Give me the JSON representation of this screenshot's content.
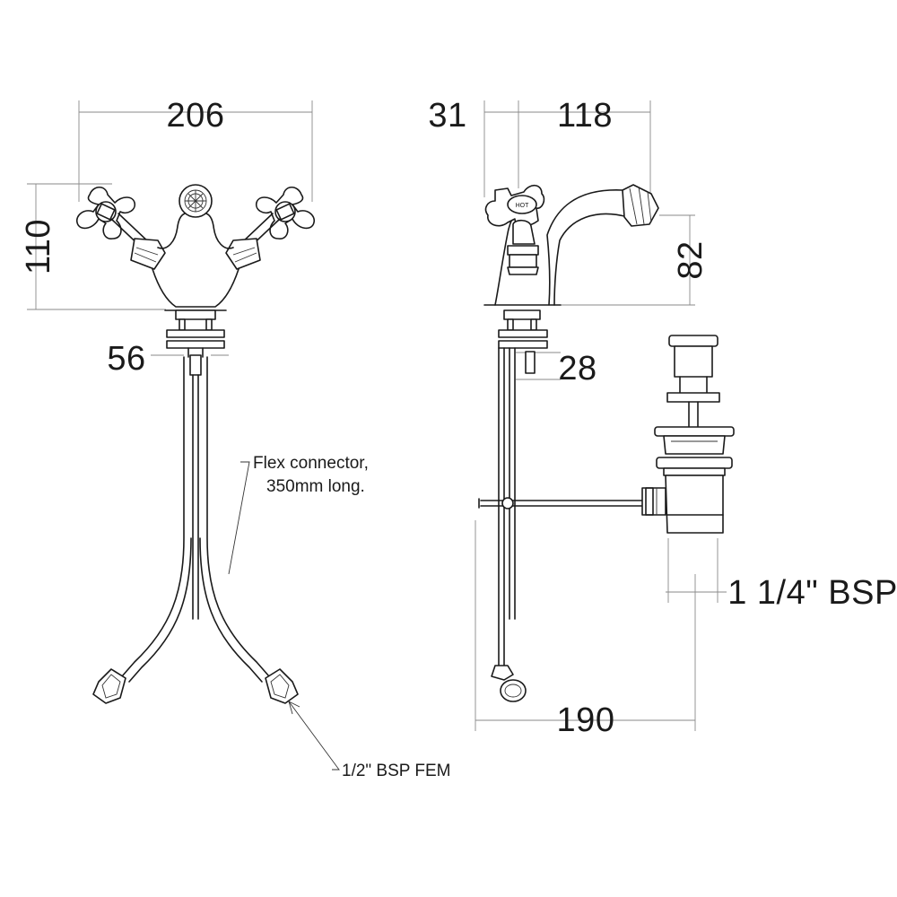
{
  "front_view": {
    "width_label": "206",
    "height_label": "110",
    "shank_label": "56"
  },
  "side_view": {
    "offset_label": "31",
    "reach_label": "118",
    "spout_height_label": "82",
    "rod_label": "28",
    "depth_label": "190",
    "handle_label": "HOT"
  },
  "notes": {
    "flex_line1": "Flex connector,",
    "flex_line2": "350mm long.",
    "bsp_fem": "1/2\" BSP FEM",
    "waste_bsp": "1 1/4\" BSP"
  }
}
